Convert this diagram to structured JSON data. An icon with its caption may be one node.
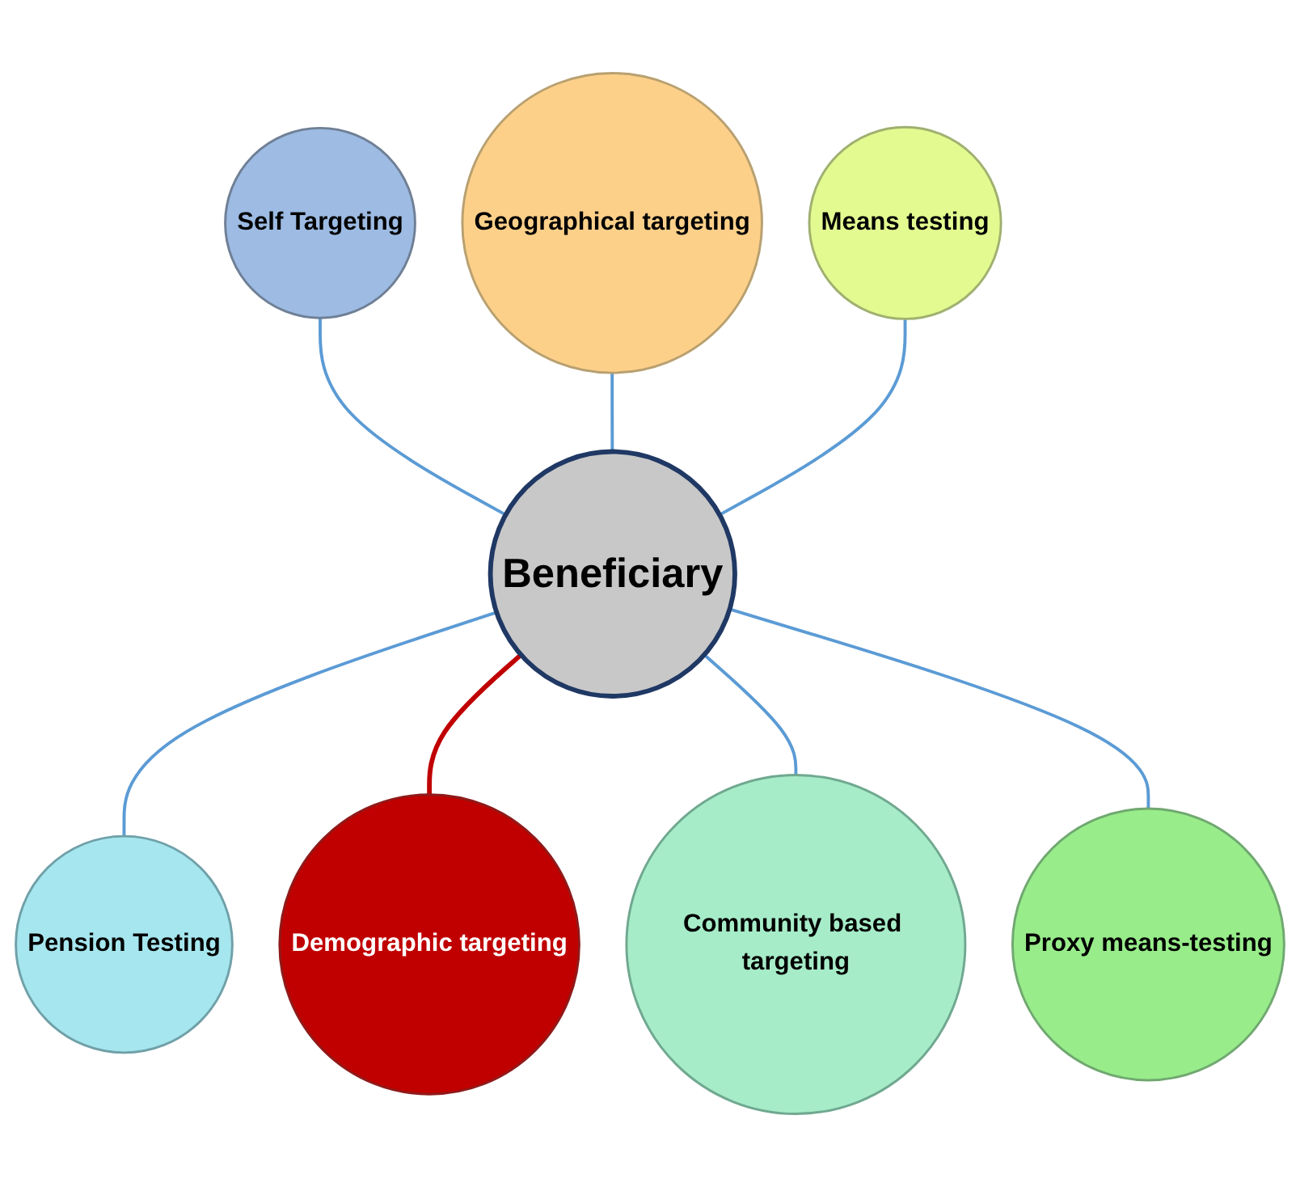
{
  "diagram": {
    "nodes": [
      {
        "text": [
          "Geographical targeting"
        ]
      },
      {
        "text": [
          "Self Targeting"
        ]
      },
      {
        "text": [
          "Means testing"
        ]
      },
      {
        "text": [
          "Beneficiary"
        ]
      },
      {
        "text": [
          "Demographic targeting"
        ]
      },
      {
        "text": [
          "Pension Testing"
        ]
      },
      {
        "text": [
          "Community based targeting"
        ]
      },
      {
        "text": [
          "Proxy means-testing"
        ]
      }
    ],
    "edges": [
      {
        "from": 1,
        "to": 3,
        "arrow": "none"
      },
      {
        "from": 0,
        "to": 3,
        "arrow": "none"
      },
      {
        "from": 2,
        "to": 3,
        "arrow": "none"
      },
      {
        "from": 3,
        "to": 5,
        "arrow": "none"
      },
      {
        "from": 3,
        "to": 4,
        "arrow": "none",
        "color": "#c00000"
      },
      {
        "from": 3,
        "to": 6,
        "arrow": "none"
      },
      {
        "from": 3,
        "to": 7,
        "arrow": "none"
      }
    ]
  }
}
